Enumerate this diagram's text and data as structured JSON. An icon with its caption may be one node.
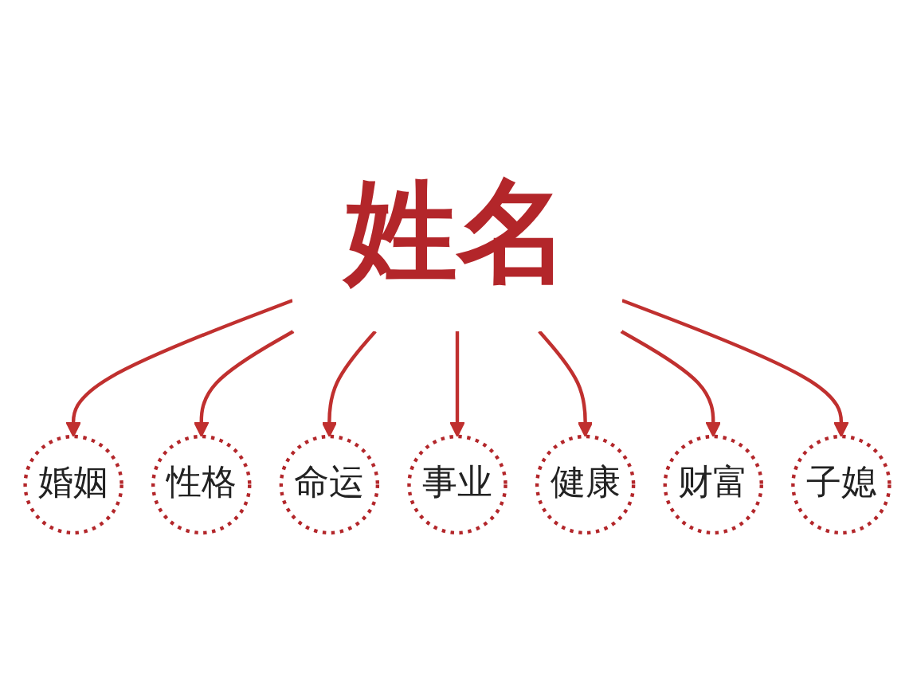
{
  "diagram": {
    "nodes": [
      {
        "text": [
          "姓名"
        ]
      },
      {
        "text": [
          "婚姻"
        ]
      },
      {
        "text": [
          "性格"
        ]
      },
      {
        "text": [
          "命运"
        ]
      },
      {
        "text": [
          "事业"
        ]
      },
      {
        "text": [
          "健康"
        ]
      },
      {
        "text": [
          "财富"
        ]
      },
      {
        "text": [
          "子媳"
        ]
      }
    ],
    "edges": [
      {
        "from": 0,
        "to": 1,
        "arrow": "to"
      },
      {
        "from": 0,
        "to": 2,
        "arrow": "to"
      },
      {
        "from": 0,
        "to": 3,
        "arrow": "to"
      },
      {
        "from": 0,
        "to": 4,
        "arrow": "to"
      },
      {
        "from": 0,
        "to": 5,
        "arrow": "to"
      },
      {
        "from": 0,
        "to": 6,
        "arrow": "to"
      },
      {
        "from": 0,
        "to": 7,
        "arrow": "to"
      }
    ]
  }
}
